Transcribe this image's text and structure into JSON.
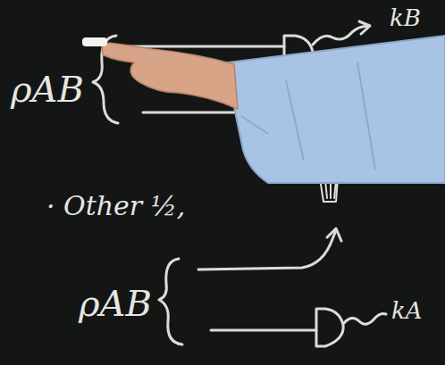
{
  "diagram": {
    "labels": [
      "ρAB",
      "kB",
      "· Other ½,",
      "ρAB",
      "kA"
    ]
  }
}
